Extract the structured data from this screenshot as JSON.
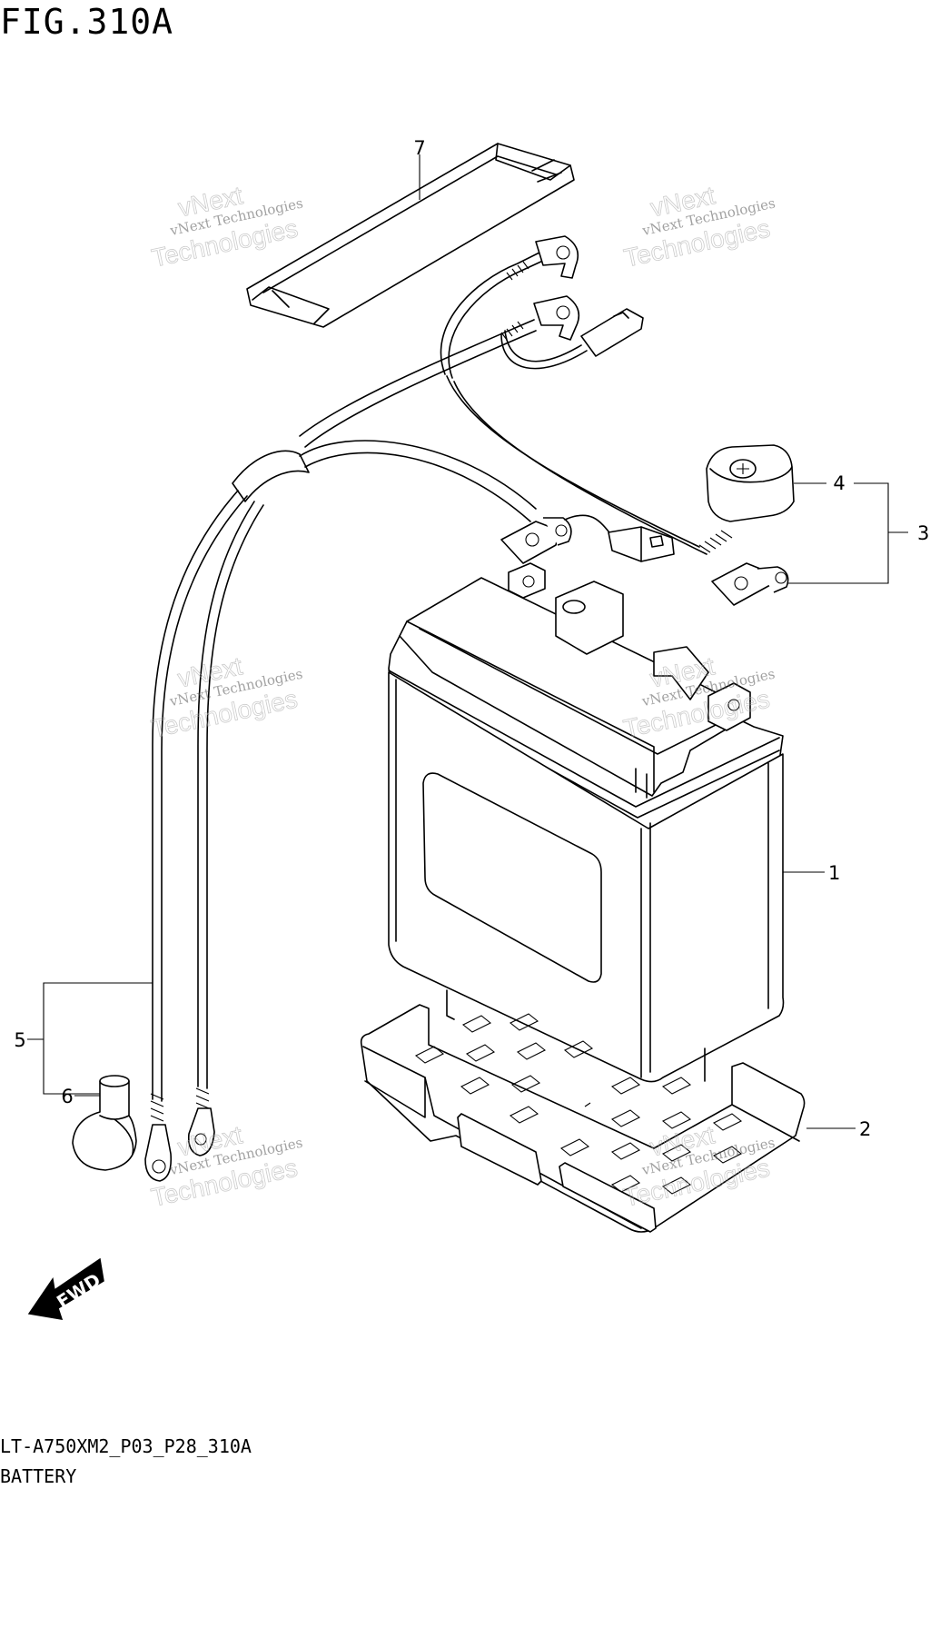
{
  "figure": {
    "title": "FIG.310A",
    "code": "LT-A750XM2_P03_P28_310A",
    "name": "BATTERY"
  },
  "callouts": [
    "1",
    "2",
    "3",
    "4",
    "5",
    "6",
    "7"
  ],
  "watermark": {
    "line1": "vNext Technologies",
    "line2": "vNext",
    "line3": "Technologies"
  },
  "direction_marker": {
    "label": "FWD",
    "icon": "fwd-arrow-icon"
  },
  "colors": {
    "line": "#000000",
    "background": "#ffffff",
    "watermark": "#999999"
  }
}
